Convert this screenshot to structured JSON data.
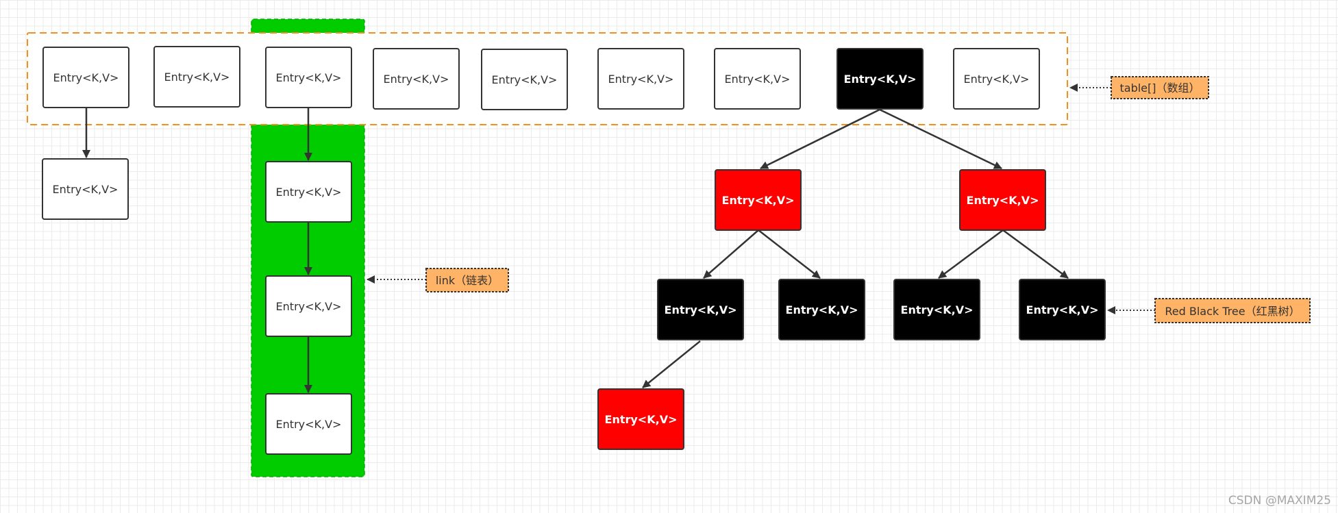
{
  "colors": {
    "linked_list_fill": "#00cc00",
    "red_node": "#ff0000",
    "black_node": "#000000",
    "white_node": "#ffffff",
    "note_fill": "#ffb366",
    "array_border": "#f28f1e",
    "edge": "#333333"
  },
  "diagram": {
    "array_nodes": [
      {
        "label": "Entry<K,V>",
        "color": "white"
      },
      {
        "label": "Entry<K,V>",
        "color": "white"
      },
      {
        "label": "Entry<K,V>",
        "color": "white"
      },
      {
        "label": "Entry<K,V>",
        "color": "white"
      },
      {
        "label": "Entry<K,V>",
        "color": "white"
      },
      {
        "label": "Entry<K,V>",
        "color": "white"
      },
      {
        "label": "Entry<K,V>",
        "color": "white"
      },
      {
        "label": "Entry<K,V>",
        "color": "black"
      },
      {
        "label": "Entry<K,V>",
        "color": "white"
      }
    ],
    "chain_nodes": [
      {
        "label": "Entry<K,V>",
        "color": "white"
      },
      {
        "label": "Entry<K,V>",
        "color": "white"
      },
      {
        "label": "Entry<K,V>",
        "color": "white"
      },
      {
        "label": "Entry<K,V>",
        "color": "white"
      }
    ],
    "tree_nodes": [
      {
        "label": "Entry<K,V>",
        "color": "red"
      },
      {
        "label": "Entry<K,V>",
        "color": "red"
      },
      {
        "label": "Entry<K,V>",
        "color": "black"
      },
      {
        "label": "Entry<K,V>",
        "color": "black"
      },
      {
        "label": "Entry<K,V>",
        "color": "black"
      },
      {
        "label": "Entry<K,V>",
        "color": "black"
      },
      {
        "label": "Entry<K,V>",
        "color": "red"
      }
    ],
    "notes": {
      "table": "table[]（数组）",
      "link": "link（链表）",
      "tree": "Red Black Tree（红黑树）"
    }
  },
  "watermark": "CSDN @MAXIM25"
}
